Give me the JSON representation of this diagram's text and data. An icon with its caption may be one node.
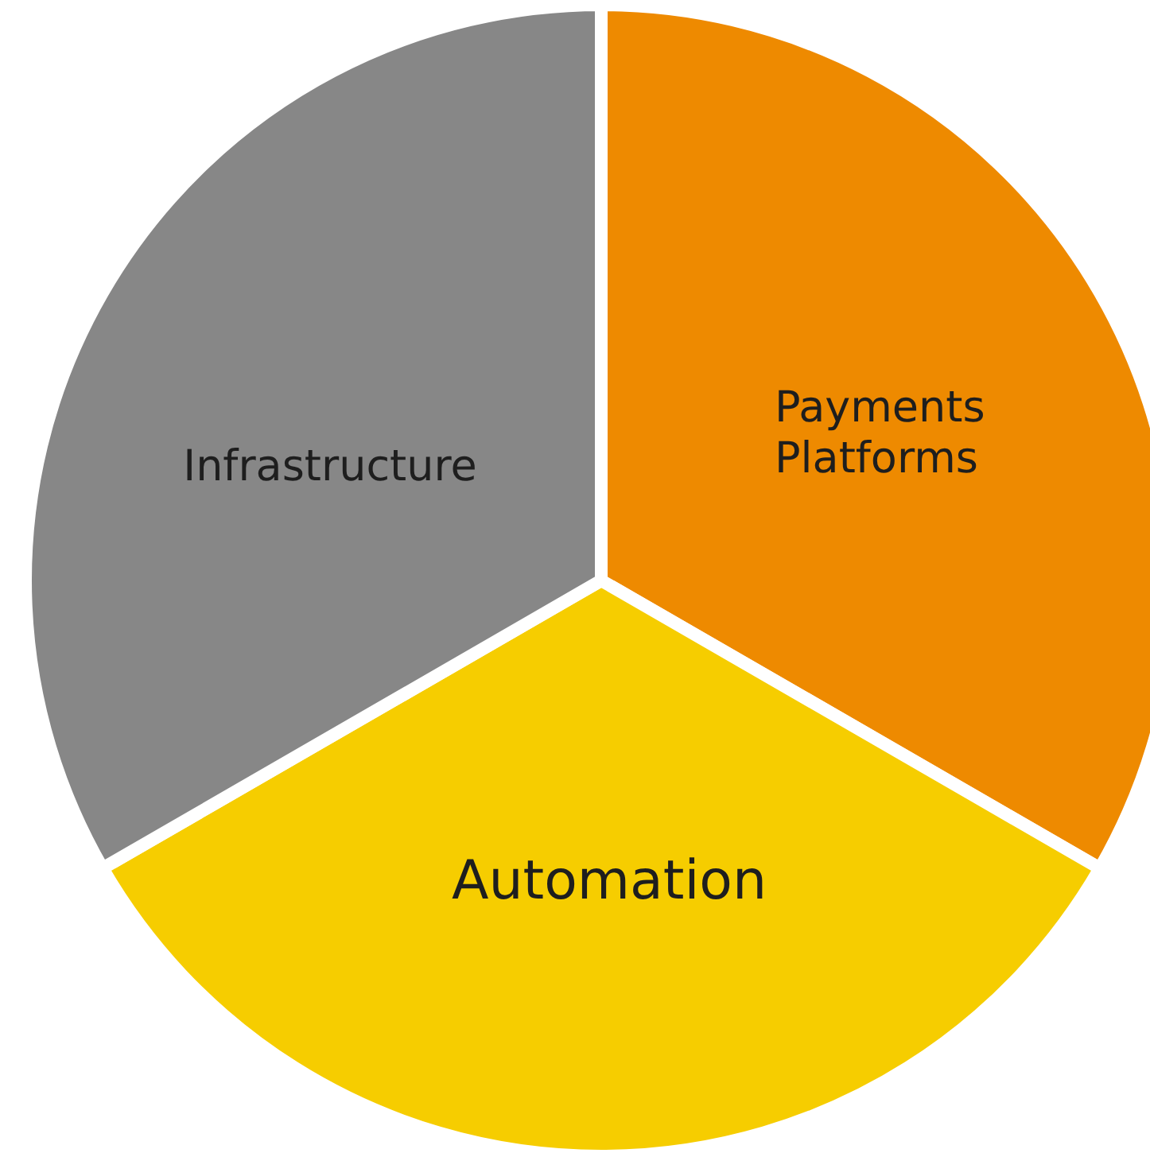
{
  "diagram": {
    "nodes": [
      {
        "text": [
          "Payments Platforms"
        ]
      },
      {
        "text": [
          "Automation"
        ]
      },
      {
        "text": [
          "Infrastructure"
        ]
      }
    ]
  }
}
